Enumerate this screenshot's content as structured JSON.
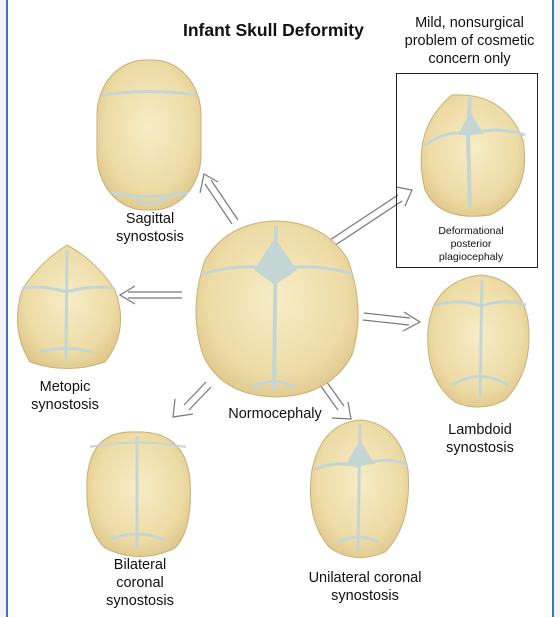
{
  "title": "Infant Skull Deformity",
  "note": [
    "Mild, nonsurgical",
    "problem of cosmetic",
    "concern only"
  ],
  "colors": {
    "skull": "#f0e2b0",
    "suture": "#c4d6d4",
    "border": "#3b73c4"
  },
  "skulls": {
    "normocephaly": [
      "Normocephaly"
    ],
    "sagittal": [
      "Sagittal",
      "synostosis"
    ],
    "metopic": [
      "Metopic",
      "synostosis"
    ],
    "bilateral": [
      "Bilateral",
      "coronal",
      "synostosis"
    ],
    "unilateral": [
      "Unilateral coronal",
      "synostosis"
    ],
    "lambdoid": [
      "Lambdoid",
      "synostosis"
    ],
    "deformational": [
      "Deformational",
      "posterior",
      "plagiocephaly"
    ]
  }
}
